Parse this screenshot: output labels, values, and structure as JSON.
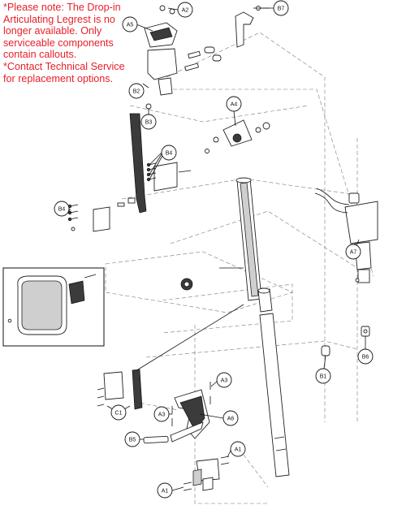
{
  "notice": {
    "lines": [
      "*Please note: The Drop-in",
      "Articulating Legrest is no",
      "longer available. Only",
      "serviceable components",
      "contain callouts.",
      "*Contact Technical Service",
      "for replacement options."
    ]
  },
  "callouts": {
    "a2": "A2",
    "b7": "B7",
    "a5": "A5",
    "b2": "B2",
    "b3": "B3",
    "a4": "A4",
    "b4_top": "B4",
    "b4_left": "B4",
    "a7": "A7",
    "b6": "B6",
    "b1": "B1",
    "a3_right": "A3",
    "a3_left": "A3",
    "c1": "C1",
    "a6": "A6",
    "b5": "B5",
    "a1_right": "A1",
    "a1_left": "A1"
  }
}
